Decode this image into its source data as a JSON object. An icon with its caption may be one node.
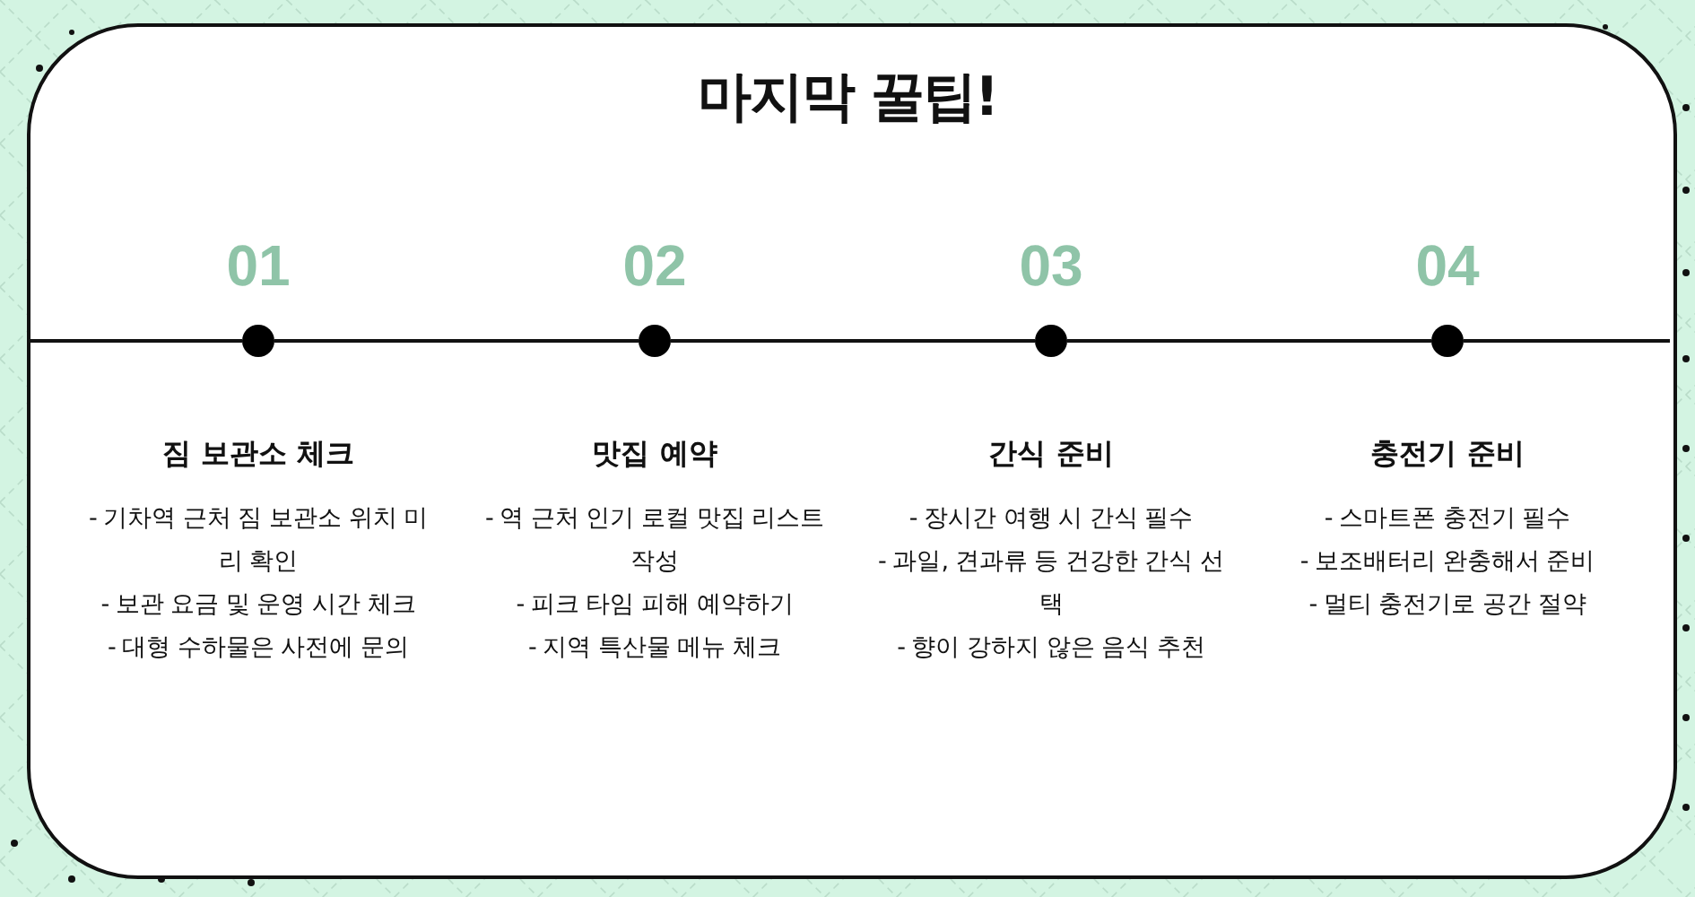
{
  "diagram": {
    "title": "마지막 꿀팁!",
    "nodes": [
      {
        "text": [],
        "shape": "circle",
        "beside": [
          "01",
          "짐 보관소 체크",
          "- 기차역 근처 짐 보관소 위치 미리 확인",
          "- 보관 요금 및 운영 시간 체크",
          "- 대형 수하물은 사전에 문의"
        ]
      },
      {
        "text": [],
        "shape": "circle",
        "beside": [
          "02",
          "맛집 예약",
          "- 역 근처 인기 로컬 맛집 리스트 작성",
          "- 피크 타임 피해 예약하기",
          "- 지역 특산물 메뉴 체크"
        ]
      },
      {
        "text": [],
        "shape": "circle",
        "beside": [
          "03",
          "간식 준비",
          "- 장시간 여행 시 간식 필수",
          "- 과일, 견과류 등 건강한 간식 선택",
          "- 향이 강하지 않은 음식 추천"
        ]
      },
      {
        "text": [],
        "shape": "circle",
        "beside": [
          "04",
          "충전기 준비",
          "- 스마트폰 충전기 필수",
          "- 보조배터리 완충해서 준비",
          "- 멀티 충전기로 공간 절약"
        ]
      }
    ],
    "edges": [
      {
        "from": null,
        "to": 0,
        "arrow": "none"
      },
      {
        "from": 0,
        "to": 1,
        "arrow": "none"
      },
      {
        "from": 1,
        "to": 2,
        "arrow": "none"
      },
      {
        "from": 2,
        "to": 3,
        "arrow": "none"
      },
      {
        "from": 3,
        "to": null,
        "arrow": "none"
      }
    ]
  }
}
